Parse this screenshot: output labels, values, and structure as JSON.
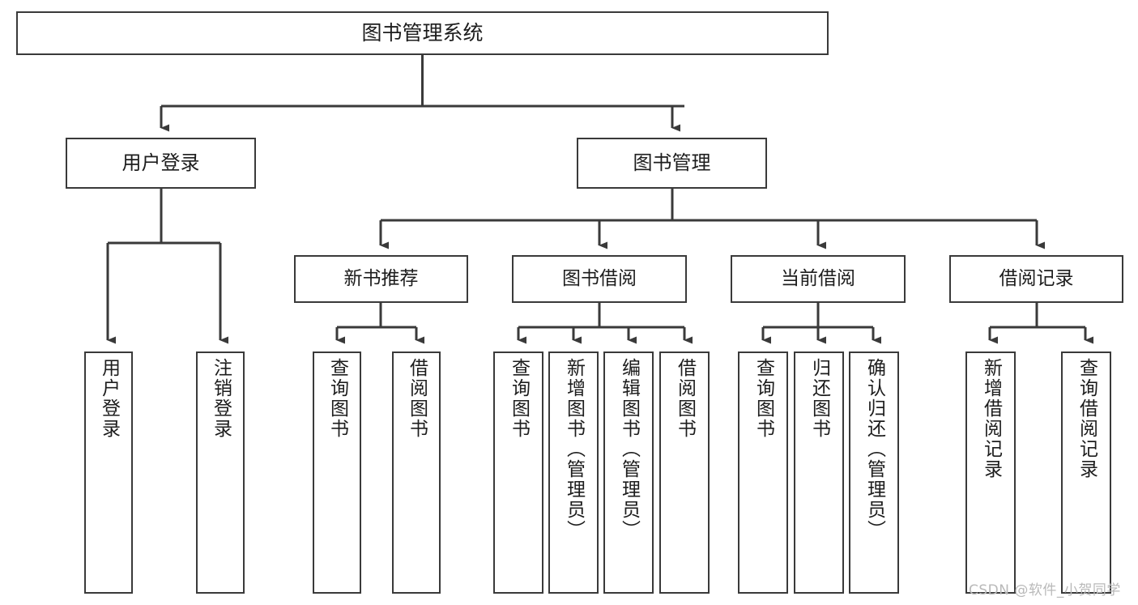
{
  "diagram": {
    "type": "tree-hierarchy-functional-structure",
    "title": "图书管理系统",
    "orientation": "top-down",
    "line_color": "#3a3a3a",
    "box_fill": "#ffffff",
    "text_color": "#1d1d1d",
    "watermark": "CSDN @软件_小贺同学",
    "nodes": {
      "root": {
        "label": "图书管理系统"
      },
      "level2": [
        {
          "id": "user-login",
          "label": "用户登录"
        },
        {
          "id": "book-management",
          "label": "图书管理"
        }
      ],
      "level3": [
        {
          "id": "new-book-recommend",
          "label": "新书推荐"
        },
        {
          "id": "book-borrow",
          "label": "图书借阅"
        },
        {
          "id": "current-borrow",
          "label": "当前借阅"
        },
        {
          "id": "borrow-record",
          "label": "借阅记录"
        }
      ],
      "leaves": {
        "user_login": [
          {
            "id": "leaf-user-login",
            "label": "用户登录"
          },
          {
            "id": "leaf-user-logout",
            "label": "注销登录"
          }
        ],
        "new_book_recommend": [
          {
            "id": "leaf-query-book-1",
            "label": "查询图书"
          },
          {
            "id": "leaf-borrow-book-1",
            "label": "借阅图书"
          }
        ],
        "book_borrow": [
          {
            "id": "leaf-query-book-2",
            "label": "查询图书"
          },
          {
            "id": "leaf-add-book",
            "label": "新增图书（管理员）"
          },
          {
            "id": "leaf-edit-book",
            "label": "编辑图书（管理员）"
          },
          {
            "id": "leaf-borrow-book-2",
            "label": "借阅图书"
          }
        ],
        "current_borrow": [
          {
            "id": "leaf-query-book-3",
            "label": "查询图书"
          },
          {
            "id": "leaf-return-book",
            "label": "归还图书"
          },
          {
            "id": "leaf-confirm-return",
            "label": "确认归还（管理员）"
          }
        ],
        "borrow_record": [
          {
            "id": "leaf-add-record",
            "label": "新增借阅记录"
          },
          {
            "id": "leaf-query-record",
            "label": "查询借阅记录"
          }
        ]
      }
    }
  }
}
